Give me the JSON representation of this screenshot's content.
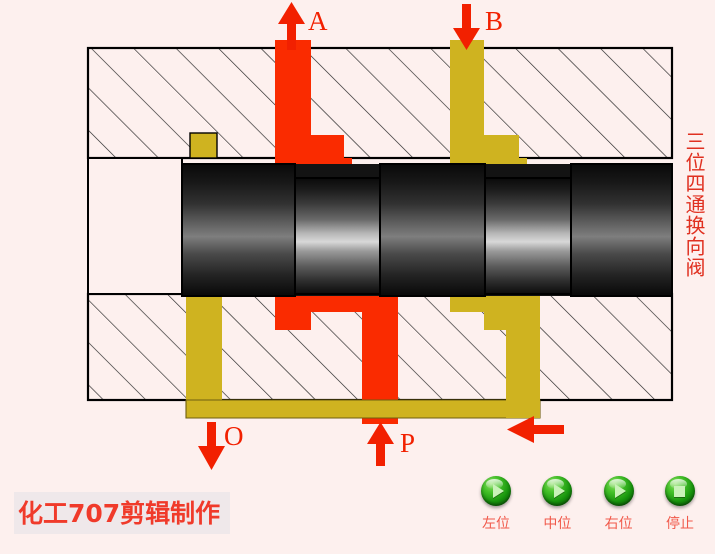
{
  "diagram": {
    "title_vertical": "三位四通换向阀",
    "watermark": "化工707剪辑制作",
    "colors": {
      "background": "#FDF0EE",
      "fluid_pressure_red": "#FA2B00",
      "fluid_return_yellow": "#CFB320",
      "body_hatch_fill": "#FDF0EE",
      "body_outline": "#000000",
      "spool_dark": "#1A1A1A",
      "label_red": "#F22000"
    },
    "ports": [
      {
        "id": "A",
        "label": "A",
        "arrow": "up",
        "flow": "out"
      },
      {
        "id": "B",
        "label": "B",
        "arrow": "down",
        "flow": "in"
      },
      {
        "id": "O",
        "label": "O",
        "arrow": "down",
        "flow": "out"
      },
      {
        "id": "P",
        "label": "P",
        "arrow": "up",
        "flow": "in"
      }
    ],
    "flow_arrows": [
      {
        "name": "port-a-arrow",
        "direction": "up",
        "color": "#F22000"
      },
      {
        "name": "port-b-arrow",
        "direction": "down",
        "color": "#F22000"
      },
      {
        "name": "port-o-arrow",
        "direction": "down",
        "color": "#F22000"
      },
      {
        "name": "port-p-arrow",
        "direction": "up",
        "color": "#F22000"
      },
      {
        "name": "return-line-arrow",
        "direction": "left",
        "color": "#F22000"
      }
    ]
  },
  "controls": {
    "buttons": [
      {
        "name": "left-position",
        "label": "左位",
        "icon": "play-icon"
      },
      {
        "name": "center-position",
        "label": "中位",
        "icon": "play-icon"
      },
      {
        "name": "right-position",
        "label": "右位",
        "icon": "play-icon"
      },
      {
        "name": "stop",
        "label": "停止",
        "icon": "stop-icon"
      }
    ]
  }
}
